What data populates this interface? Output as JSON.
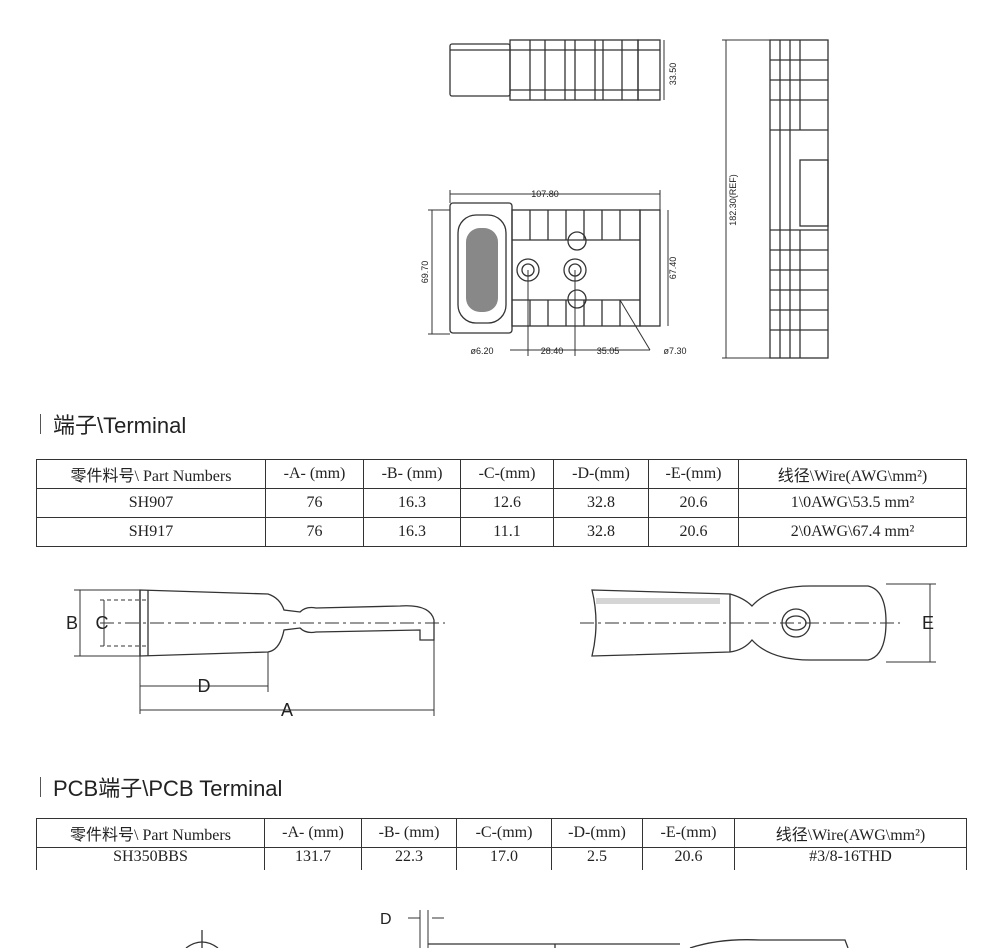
{
  "top_drawing": {
    "dim_top_height": "33.50",
    "dim_width": "107.80",
    "dim_left_height": "69.70",
    "dim_right_height": "67.40",
    "dim_hole_left": "ø6.20",
    "dim_spacing_1": "28.40",
    "dim_spacing_2": "35.05",
    "dim_hole_right": "ø7.30",
    "dim_side_length": "182.30(REF)"
  },
  "terminal_section": {
    "heading": "端子\\Terminal",
    "columns": [
      "零件料号\\ Part Numbers",
      "-A- (mm)",
      "-B- (mm)",
      "-C-(mm)",
      "-D-(mm)",
      "-E-(mm)",
      "线径\\Wire(AWG\\mm²)"
    ],
    "rows": [
      [
        "SH907",
        "76",
        "16.3",
        "12.6",
        "32.8",
        "20.6",
        "1\\0AWG\\53.5 mm²"
      ],
      [
        "SH917",
        "76",
        "16.3",
        "11.1",
        "32.8",
        "20.6",
        "2\\0AWG\\67.4 mm²"
      ]
    ],
    "diagram_labels": {
      "a": "A",
      "b": "B",
      "c": "C",
      "d": "D",
      "e": "E"
    }
  },
  "pcb_section": {
    "heading": "PCB端子\\PCB Terminal",
    "columns": [
      "零件料号\\ Part Numbers",
      "-A- (mm)",
      "-B- (mm)",
      "-C-(mm)",
      "-D-(mm)",
      "-E-(mm)",
      "线径\\Wire(AWG\\mm²)"
    ],
    "rows": [
      [
        "SH350BBS",
        "131.7",
        "22.3",
        "17.0",
        "2.5",
        "20.6",
        "#3/8-16THD"
      ]
    ],
    "diagram_labels": {
      "d": "D"
    }
  }
}
